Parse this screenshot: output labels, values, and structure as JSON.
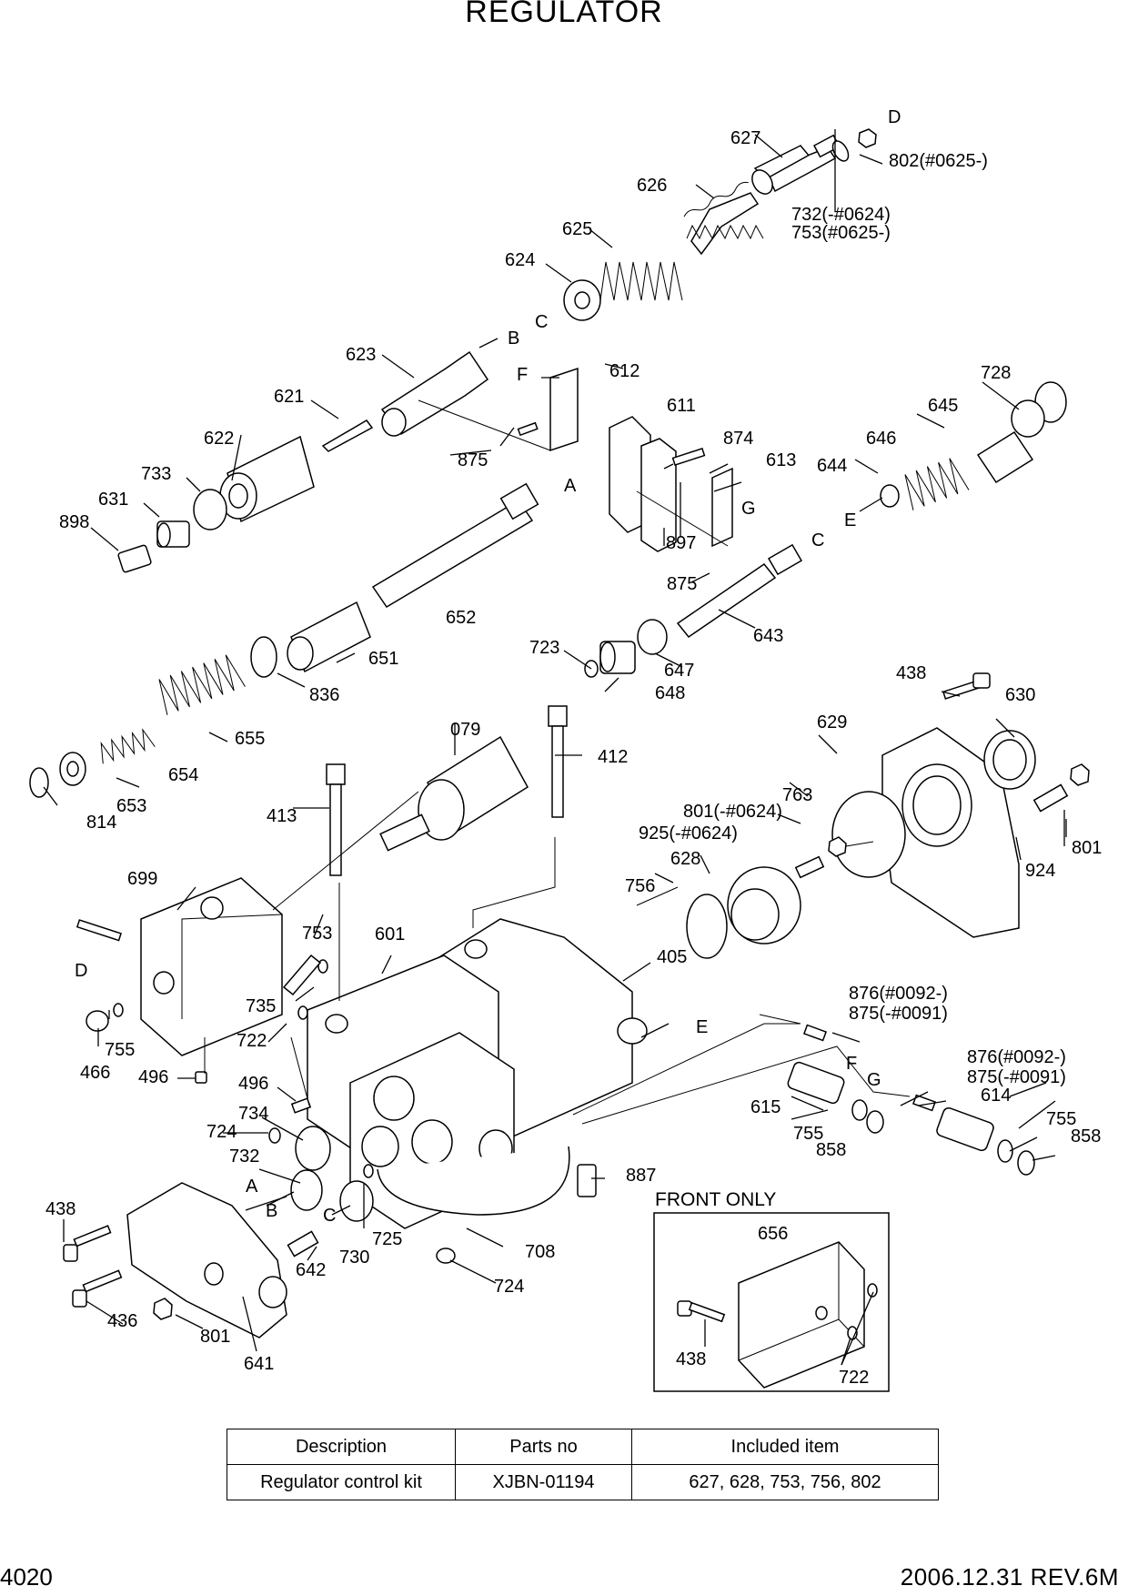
{
  "title": "REGULATOR",
  "page_number": "4020",
  "revision": "2006.12.31  REV.6M",
  "front_only_caption": "FRONT ONLY",
  "callouts": [
    {
      "id": "c627",
      "text": "627"
    },
    {
      "id": "cD1",
      "text": "D"
    },
    {
      "id": "c802",
      "text": "802(#0625-)"
    },
    {
      "id": "c626",
      "text": "626"
    },
    {
      "id": "c732",
      "text": "732(-#0624)"
    },
    {
      "id": "c753a",
      "text": "753(#0625-)"
    },
    {
      "id": "c625",
      "text": "625"
    },
    {
      "id": "c624",
      "text": "624"
    },
    {
      "id": "cC1",
      "text": "C"
    },
    {
      "id": "c623",
      "text": "623"
    },
    {
      "id": "cB1",
      "text": "B"
    },
    {
      "id": "cF1",
      "text": "F"
    },
    {
      "id": "c612",
      "text": "612"
    },
    {
      "id": "c728",
      "text": "728"
    },
    {
      "id": "c621",
      "text": "621"
    },
    {
      "id": "c611",
      "text": "611"
    },
    {
      "id": "c645",
      "text": "645"
    },
    {
      "id": "c622",
      "text": "622"
    },
    {
      "id": "c875a",
      "text": "875"
    },
    {
      "id": "c874",
      "text": "874"
    },
    {
      "id": "c646",
      "text": "646"
    },
    {
      "id": "c613",
      "text": "613"
    },
    {
      "id": "c644",
      "text": "644"
    },
    {
      "id": "c733",
      "text": "733"
    },
    {
      "id": "cA1",
      "text": "A"
    },
    {
      "id": "c631",
      "text": "631"
    },
    {
      "id": "cG1",
      "text": "G"
    },
    {
      "id": "cE1",
      "text": "E"
    },
    {
      "id": "c898",
      "text": "898"
    },
    {
      "id": "c897",
      "text": "897"
    },
    {
      "id": "cC2",
      "text": "C"
    },
    {
      "id": "c875b",
      "text": "875"
    },
    {
      "id": "c652",
      "text": "652"
    },
    {
      "id": "c643",
      "text": "643"
    },
    {
      "id": "c723",
      "text": "723"
    },
    {
      "id": "c647",
      "text": "647"
    },
    {
      "id": "c651",
      "text": "651"
    },
    {
      "id": "c648",
      "text": "648"
    },
    {
      "id": "c836",
      "text": "836"
    },
    {
      "id": "c438a",
      "text": "438"
    },
    {
      "id": "c630",
      "text": "630"
    },
    {
      "id": "c079",
      "text": "079"
    },
    {
      "id": "c629",
      "text": "629"
    },
    {
      "id": "c655",
      "text": "655"
    },
    {
      "id": "c412",
      "text": "412"
    },
    {
      "id": "c654",
      "text": "654"
    },
    {
      "id": "c763",
      "text": "763"
    },
    {
      "id": "c653",
      "text": "653"
    },
    {
      "id": "c801a",
      "text": "801(-#0624)"
    },
    {
      "id": "c413",
      "text": "413"
    },
    {
      "id": "c814",
      "text": "814"
    },
    {
      "id": "c925",
      "text": "925(-#0624)"
    },
    {
      "id": "c801b",
      "text": "801"
    },
    {
      "id": "c628",
      "text": "628"
    },
    {
      "id": "c924",
      "text": "924"
    },
    {
      "id": "c699",
      "text": "699"
    },
    {
      "id": "c756",
      "text": "756"
    },
    {
      "id": "c753b",
      "text": "753"
    },
    {
      "id": "c601",
      "text": "601"
    },
    {
      "id": "c405",
      "text": "405"
    },
    {
      "id": "cD2",
      "text": "D"
    },
    {
      "id": "c735",
      "text": "735"
    },
    {
      "id": "c876a",
      "text": "876(#0092-)"
    },
    {
      "id": "c875c",
      "text": "875(-#0091)"
    },
    {
      "id": "cE2",
      "text": "E"
    },
    {
      "id": "c722a",
      "text": "722"
    },
    {
      "id": "c755a",
      "text": "755"
    },
    {
      "id": "cF2",
      "text": "F"
    },
    {
      "id": "c466",
      "text": "466"
    },
    {
      "id": "c876b",
      "text": "876(#0092-)"
    },
    {
      "id": "c875d",
      "text": "875(-#0091)"
    },
    {
      "id": "c496a",
      "text": "496"
    },
    {
      "id": "cG2",
      "text": "G"
    },
    {
      "id": "c496b",
      "text": "496"
    },
    {
      "id": "c614",
      "text": "614"
    },
    {
      "id": "c615",
      "text": "615"
    },
    {
      "id": "c734",
      "text": "734"
    },
    {
      "id": "c755b",
      "text": "755"
    },
    {
      "id": "c755c",
      "text": "755"
    },
    {
      "id": "c724a",
      "text": "724"
    },
    {
      "id": "c858a",
      "text": "858"
    },
    {
      "id": "c858b",
      "text": "858"
    },
    {
      "id": "c732b",
      "text": "732"
    },
    {
      "id": "c887",
      "text": "887"
    },
    {
      "id": "cA2",
      "text": "A"
    },
    {
      "id": "cB2",
      "text": "B"
    },
    {
      "id": "cC3",
      "text": "C"
    },
    {
      "id": "c438b",
      "text": "438"
    },
    {
      "id": "c725",
      "text": "725"
    },
    {
      "id": "c656",
      "text": "656"
    },
    {
      "id": "c642",
      "text": "642"
    },
    {
      "id": "c730",
      "text": "730"
    },
    {
      "id": "c708",
      "text": "708"
    },
    {
      "id": "c724b",
      "text": "724"
    },
    {
      "id": "c436",
      "text": "436"
    },
    {
      "id": "c801c",
      "text": "801"
    },
    {
      "id": "c641",
      "text": "641"
    },
    {
      "id": "c438c",
      "text": "438"
    },
    {
      "id": "c722b",
      "text": "722"
    }
  ],
  "kit_table": {
    "headers": [
      "Description",
      "Parts no",
      "Included item"
    ],
    "rows": [
      [
        "Regulator control  kit",
        "XJBN-01194",
        "627, 628, 753, 756, 802"
      ]
    ]
  }
}
